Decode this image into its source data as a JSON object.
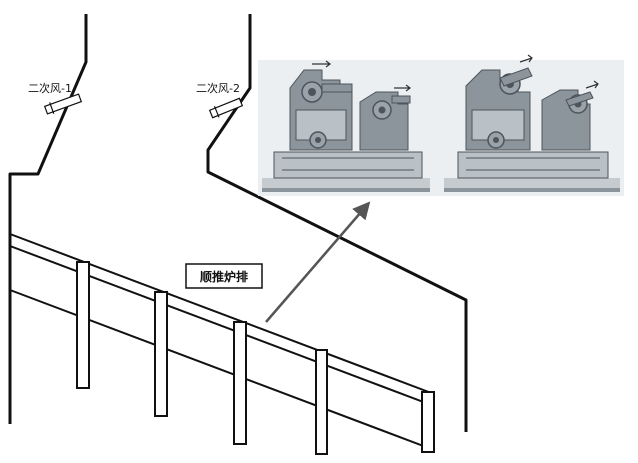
{
  "labels": {
    "secondary_air_1": "二次风-1",
    "secondary_air_2": "二次风-2",
    "grate": "顺推炉排"
  },
  "colors": {
    "line": "#111111",
    "arrow": "#555555",
    "photo_bg": "#eceff2",
    "machine": "#8c949c",
    "machine_dark": "#4d545b",
    "base": "#b9c0c6"
  },
  "icons": {
    "nozzle_1": "air-nozzle-icon",
    "nozzle_2": "air-nozzle-icon"
  }
}
